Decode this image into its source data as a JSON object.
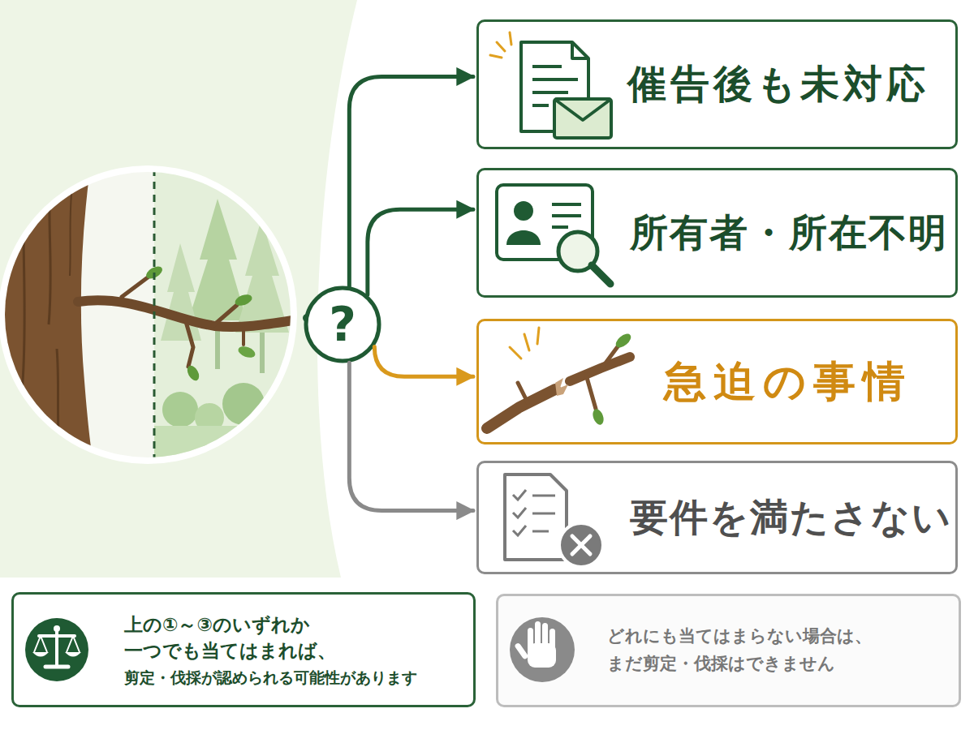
{
  "diagram": {
    "nodes": [
      {
        "text": [
          "?"
        ]
      },
      {
        "text": [
          "催告後も未対応"
        ]
      },
      {
        "text": [
          "所有者・所在不明"
        ]
      },
      {
        "text": [
          "急迫の事情"
        ]
      },
      {
        "text": [
          "要件を満たさない"
        ]
      },
      {
        "text": [
          "上の①～③のいずれか 一つでも当てはまれば、",
          "剪定・伐採が認められる可能性があります"
        ]
      },
      {
        "text": [
          "どれにも当てはまらない場合は、 まだ剪定・伐採はできません"
        ]
      }
    ],
    "edges": [
      {
        "from": 0,
        "to": 1,
        "arrow": "to"
      },
      {
        "from": 0,
        "to": 2,
        "arrow": "to"
      },
      {
        "from": 0,
        "to": 3,
        "arrow": "to"
      },
      {
        "from": 0,
        "to": 4,
        "arrow": "to"
      }
    ]
  }
}
